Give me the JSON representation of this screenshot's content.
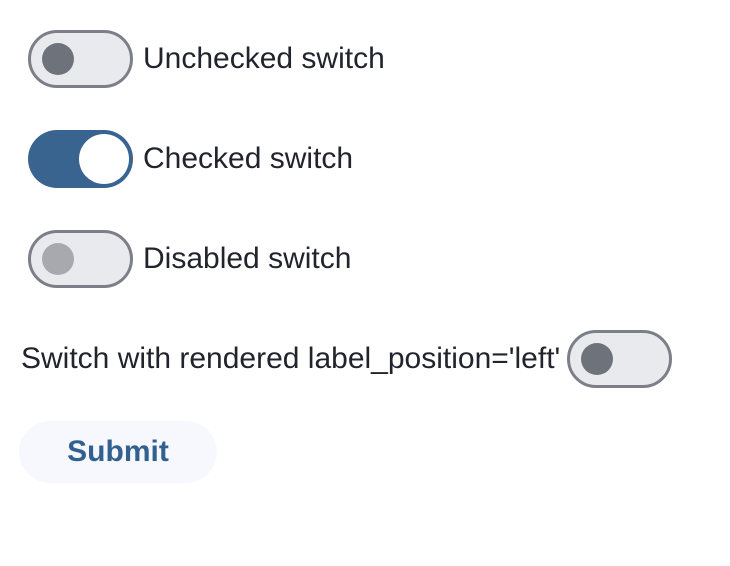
{
  "switches": [
    {
      "label": "Unchecked switch",
      "state": "unchecked",
      "label_position": "right"
    },
    {
      "label": "Checked switch",
      "state": "checked",
      "label_position": "right"
    },
    {
      "label": "Disabled switch",
      "state": "disabled",
      "label_position": "right"
    },
    {
      "label": "Switch with rendered label_position='left'",
      "state": "unchecked",
      "label_position": "left"
    }
  ],
  "submit": {
    "label": "Submit"
  },
  "colors": {
    "background": "#ffffff",
    "label_text": "#21242c",
    "checked_track": "#39648f",
    "unchecked_track": "#e9eaee",
    "switch_border": "#7c7f88",
    "unchecked_knob": "#6e727b",
    "disabled_knob": "#a7a9af",
    "checked_knob": "#ffffff",
    "submit_background": "#f7f8fd",
    "submit_text": "#33618f"
  }
}
